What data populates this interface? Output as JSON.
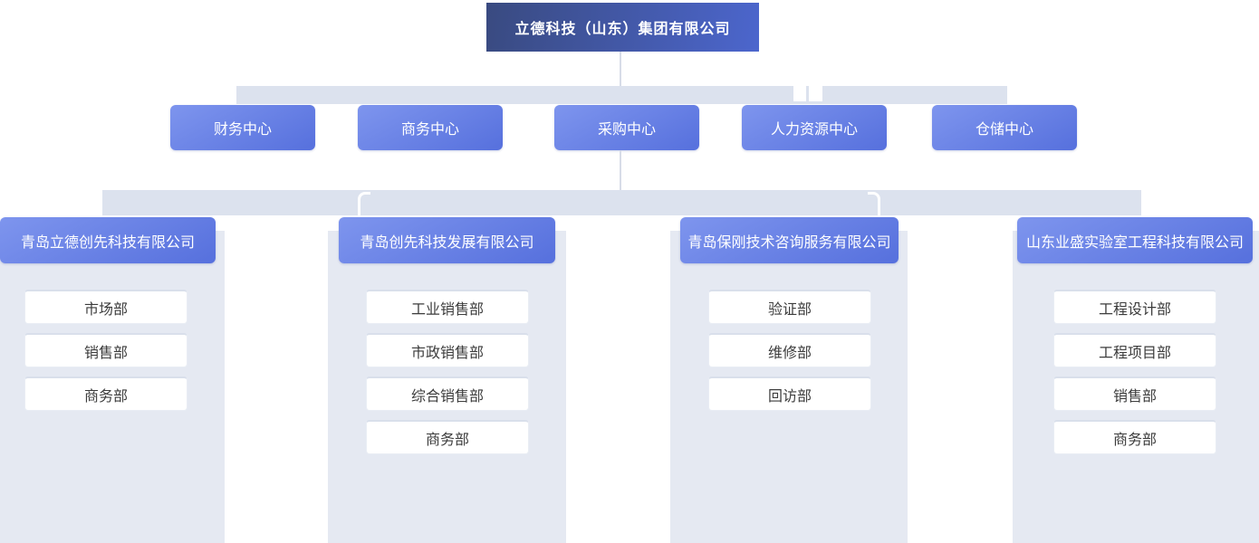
{
  "org_chart": {
    "root": {
      "label": "立德科技（山东）集团有限公司"
    },
    "centers": [
      {
        "label": "财务中心"
      },
      {
        "label": "商务中心"
      },
      {
        "label": "采购中心"
      },
      {
        "label": "人力资源中心"
      },
      {
        "label": "仓储中心"
      }
    ],
    "companies": [
      {
        "name": "青岛立德创先科技有限公司",
        "departments": [
          "市场部",
          "销售部",
          "商务部"
        ]
      },
      {
        "name": "青岛创先科技发展有限公司",
        "departments": [
          "工业销售部",
          "市政销售部",
          "综合销售部",
          "商务部"
        ]
      },
      {
        "name": "青岛保刚技术咨询服务有限公司",
        "departments": [
          "验证部",
          "维修部",
          "回访部"
        ]
      },
      {
        "name": "山东业盛实验室工程科技有限公司",
        "departments": [
          "工程设计部",
          "工程项目部",
          "销售部",
          "商务部"
        ]
      }
    ],
    "colors": {
      "root_gradient_start": "#394a80",
      "root_gradient_end": "#4c66cd",
      "node_gradient_start": "#7e95ee",
      "node_gradient_end": "#5670dd",
      "panel_background": "#e5e9f2",
      "connector_band": "#dce2ee",
      "department_text": "#3c3c3c"
    }
  }
}
